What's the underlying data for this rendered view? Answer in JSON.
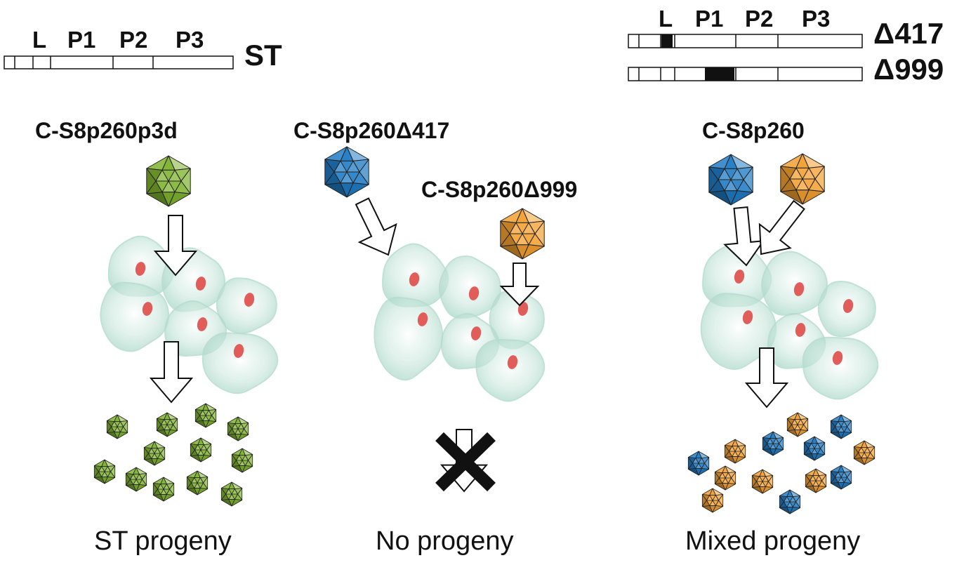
{
  "genome": {
    "segments": [
      "L",
      "P1",
      "P2",
      "P3"
    ],
    "st_label": "ST",
    "deletion_417_label": "Δ417",
    "deletion_999_label": "Δ999"
  },
  "panels": [
    {
      "virus_label": "C-S8p260p3d",
      "caption": "ST progeny"
    },
    {
      "virus_label": "C-S8p260Δ417",
      "virus_label_2": "C-S8p260Δ999",
      "caption": "No progeny"
    },
    {
      "virus_label": "C-S8p260",
      "caption": "Mixed progeny"
    }
  ],
  "colors": {
    "st_virus": "#7fb32e",
    "d417_virus": "#1f7bc4",
    "d999_virus": "#f3a030",
    "cell": "#b6dccf",
    "nucleus": "#e15d5a",
    "no_progeny_mark": "#111111"
  },
  "icons": {
    "virus": "icosahedral-virion-icon",
    "arrow": "hollow-arrow-icon",
    "cell": "cell-icon",
    "no_progeny": "cross-mark-icon"
  }
}
